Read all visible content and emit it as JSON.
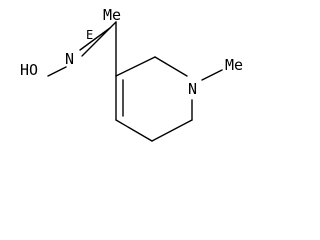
{
  "molecule": {
    "atoms": {
      "oh": "HO",
      "oxime_n": "N",
      "ring_n": "N",
      "n_methyl": "Me",
      "c_methyl": "Me"
    },
    "stereo_descriptor": "E"
  },
  "colors": {
    "bond": "#000000",
    "text": "#000000",
    "background": "#ffffff"
  }
}
